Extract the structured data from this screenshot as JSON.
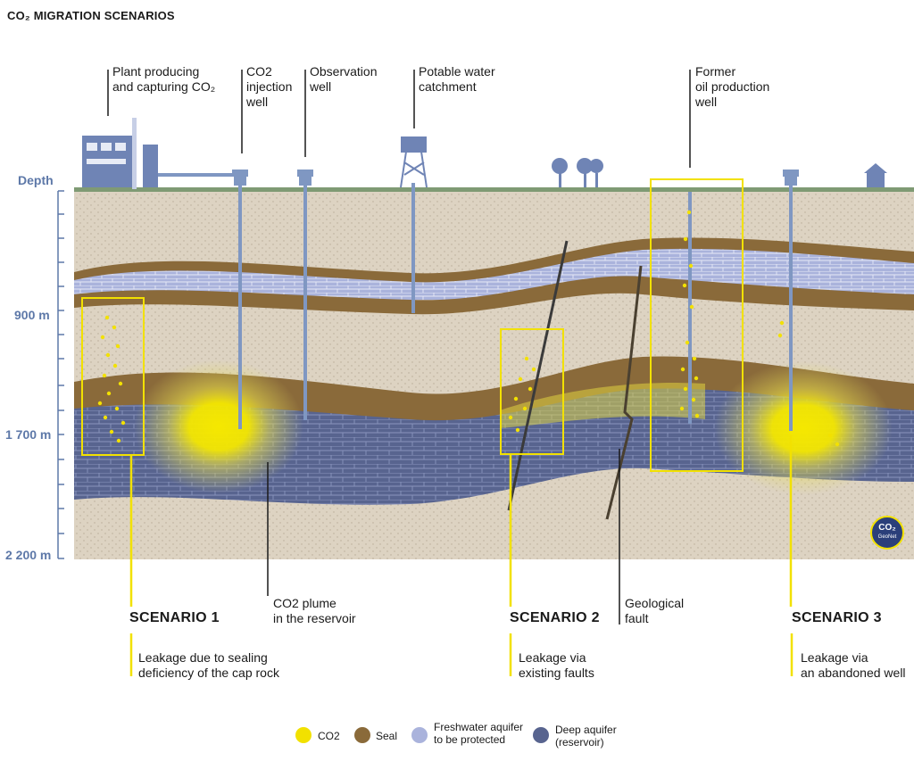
{
  "title": "CO₂ MIGRATION SCENARIOS",
  "labels": {
    "plant": "Plant producing\nand capturing CO₂",
    "injection_well": "CO2\ninjection\nwell",
    "observation_well": "Observation\nwell",
    "potable_water": "Potable water\ncatchment",
    "former_oil": "Former\noil production\nwell",
    "plume": "CO2 plume\nin the reservoir",
    "fault": "Geological\nfault"
  },
  "depth": {
    "title": "Depth",
    "ticks": [
      "900 m",
      "1 700 m",
      "2 200 m"
    ]
  },
  "scenarios": [
    {
      "title": "SCENARIO 1",
      "desc": "Leakage due to sealing\ndeficiency of the cap rock"
    },
    {
      "title": "SCENARIO 2",
      "desc": "Leakage via\nexisting faults"
    },
    {
      "title": "SCENARIO 3",
      "desc": "Leakage via\nan abandoned well"
    }
  ],
  "legend": [
    {
      "label": "CO2",
      "color": "#f2e100"
    },
    {
      "label": "Seal",
      "color": "#8a6a3a"
    },
    {
      "label": "Freshwater aquifer\nto be protected",
      "color": "#aab3dc"
    },
    {
      "label": "Deep aquifer\n(reservoir)",
      "color": "#58648f"
    }
  ],
  "logo": {
    "text": "CO₂",
    "subtext": "GeoNet"
  },
  "colors": {
    "co2": "#f2e100",
    "seal": "#8a6a3a",
    "freshwater": "#aab3dc",
    "deep_aquifer": "#58648f",
    "ground": "#ddd3c2",
    "accent": "#5d78a8"
  }
}
